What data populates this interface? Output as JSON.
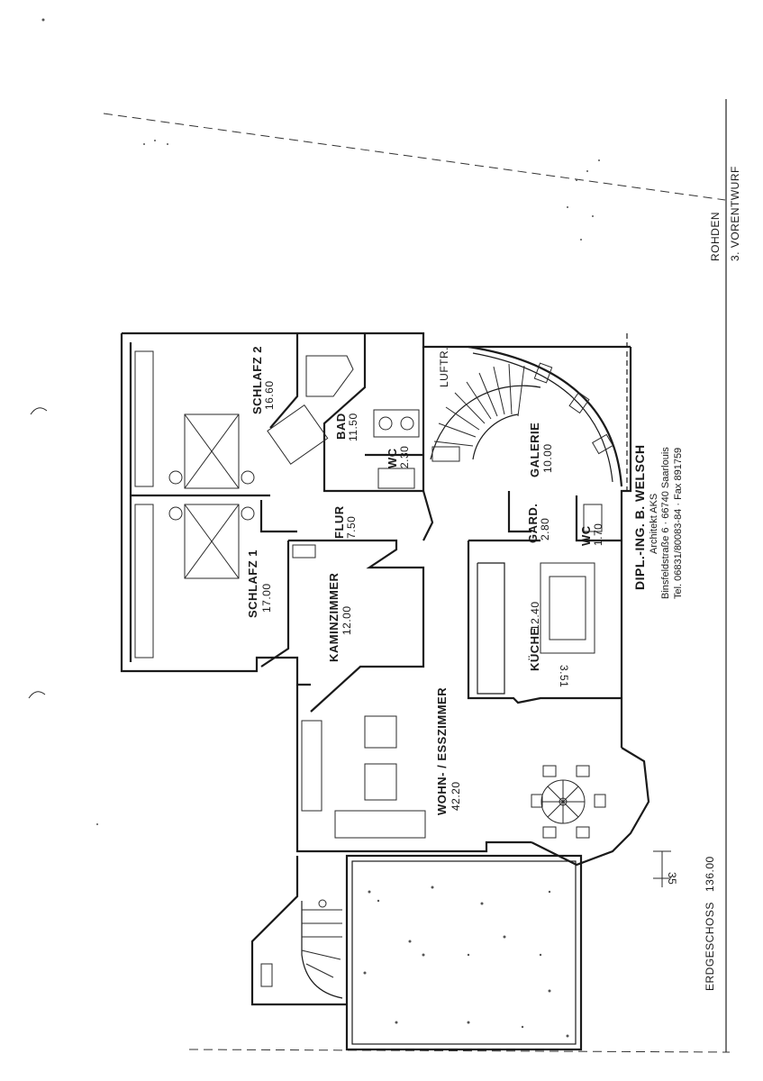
{
  "header": {
    "project_name": "ROHDEN",
    "draft": "3. VORENTWURF"
  },
  "footer": {
    "floor": "ERDGESCHOSS",
    "total_area": "136.00"
  },
  "architect": {
    "name": "DIPL.-ING. B. WELSCH",
    "title": "Architekt AKS",
    "address": "Binsfeldstraße 6 · 66740 Saarlouis",
    "contact": "Tel. 06831/80083-84 · Fax 891759"
  },
  "rooms": [
    {
      "id": "schlafz2",
      "name": "SCHLAFZ 2",
      "area": "16.60"
    },
    {
      "id": "bad",
      "name": "BAD",
      "area": "11.50"
    },
    {
      "id": "wc1",
      "name": "WC",
      "area": "2.30"
    },
    {
      "id": "galerie",
      "name": "GALERIE",
      "area": "10.00"
    },
    {
      "id": "flur",
      "name": "FLUR",
      "area": "7.50"
    },
    {
      "id": "gard",
      "name": "GARD.",
      "area": "2.80"
    },
    {
      "id": "wc2",
      "name": "WC",
      "area": "1.70"
    },
    {
      "id": "schlafz1",
      "name": "SCHLAFZ 1",
      "area": "17.00"
    },
    {
      "id": "kaminzimmer",
      "name": "KAMINZIMMER",
      "area": "12.00"
    },
    {
      "id": "kueche",
      "name": "KÜCHE",
      "area": "12.40"
    },
    {
      "id": "wohn",
      "name": "WOHN- / ESSZIMMER",
      "area": "42.20"
    }
  ],
  "annotations": {
    "luftr": "LUFTR.",
    "dim_kitchen": "3.51",
    "dim_side": "35"
  }
}
